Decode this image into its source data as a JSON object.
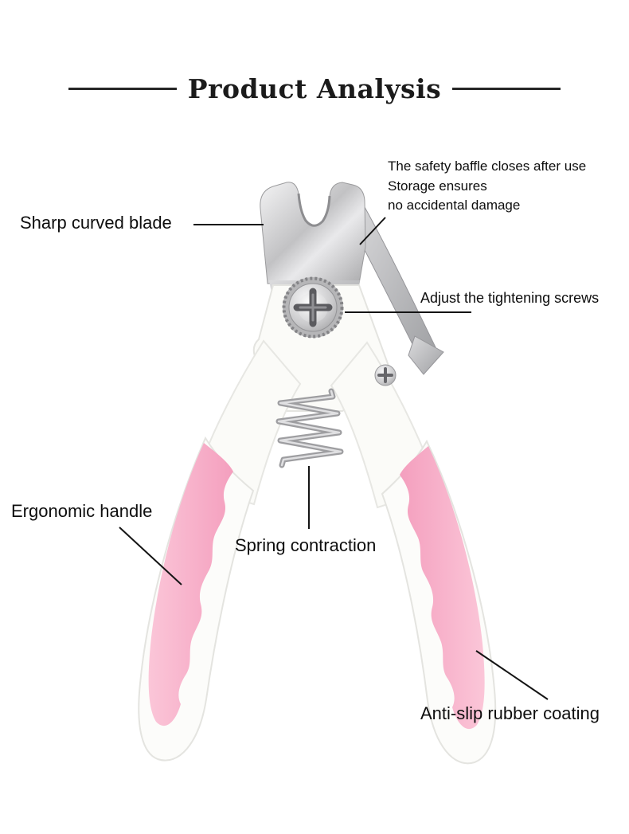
{
  "title": "Product Analysis",
  "labels": {
    "sharp_blade": "Sharp curved blade",
    "safety": [
      "The safety baffle closes after use",
      "Storage ensures",
      "no accidental damage"
    ],
    "screws": "Adjust the tightening screws",
    "handle": "Ergonomic handle",
    "spring": "Spring contraction",
    "coating": "Anti-slip rubber coating"
  },
  "colors": {
    "grip_pink": "#f6aec7",
    "steel": "#c6c6c8",
    "body_white": "#fcfcfa",
    "text": "#111111",
    "title_rule": "#262626"
  }
}
